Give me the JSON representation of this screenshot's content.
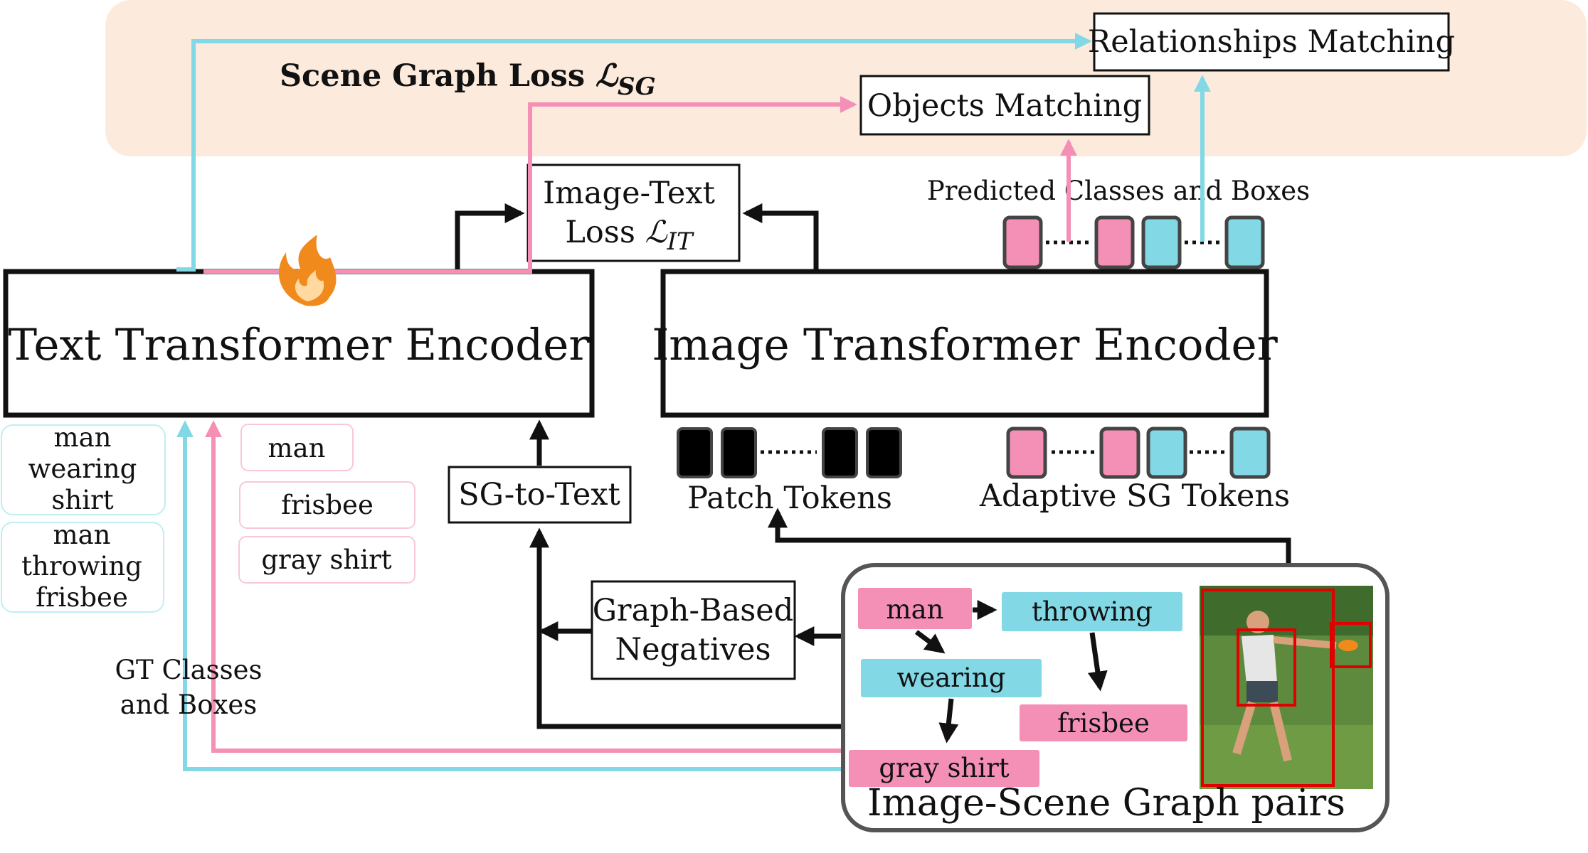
{
  "colors": {
    "pink": "#f48fb6",
    "cyan": "#83d8e6",
    "loss_panel": "#fcebdc",
    "dark": "#111111",
    "flame": "#f08a1c",
    "bbox_red": "#e00000"
  },
  "loss_panel": {
    "title_text": "Scene Graph Loss",
    "title_symbol": "ℒ",
    "title_subscript": "SG"
  },
  "relationships_matching": "Relationships Matching",
  "objects_matching": "Objects Matching",
  "image_text_loss": {
    "line1": "Image-Text",
    "line2_text": "Loss",
    "line2_symbol": "ℒ",
    "line2_subscript": "IT"
  },
  "predicted_label": "Predicted Classes and Boxes",
  "text_encoder": {
    "label": "Text Transformer Encoder",
    "icon": "flame-icon"
  },
  "image_encoder": {
    "label": "Image Transformer Encoder"
  },
  "caption_chips": [
    {
      "lines": [
        "man",
        "wearing",
        "shirt"
      ]
    },
    {
      "lines": [
        "man",
        "throwing",
        "frisbee"
      ]
    }
  ],
  "object_chips": [
    "man",
    "frisbee",
    "gray shirt"
  ],
  "sg_to_text": "SG-to-Text",
  "patch_tokens_label": "Patch Tokens",
  "adaptive_tokens_label": "Adaptive SG Tokens",
  "graph_negatives": {
    "line1": "Graph-Based",
    "line2": "Negatives"
  },
  "gt_label": {
    "line1": "GT Classes",
    "line2": "and Boxes"
  },
  "scene_graph": {
    "objects": [
      "man",
      "frisbee",
      "gray shirt"
    ],
    "relations": [
      "throwing",
      "wearing"
    ]
  },
  "pairs_label": "Image-Scene Graph pairs",
  "photo": {
    "icon": "frisbee-photo"
  }
}
